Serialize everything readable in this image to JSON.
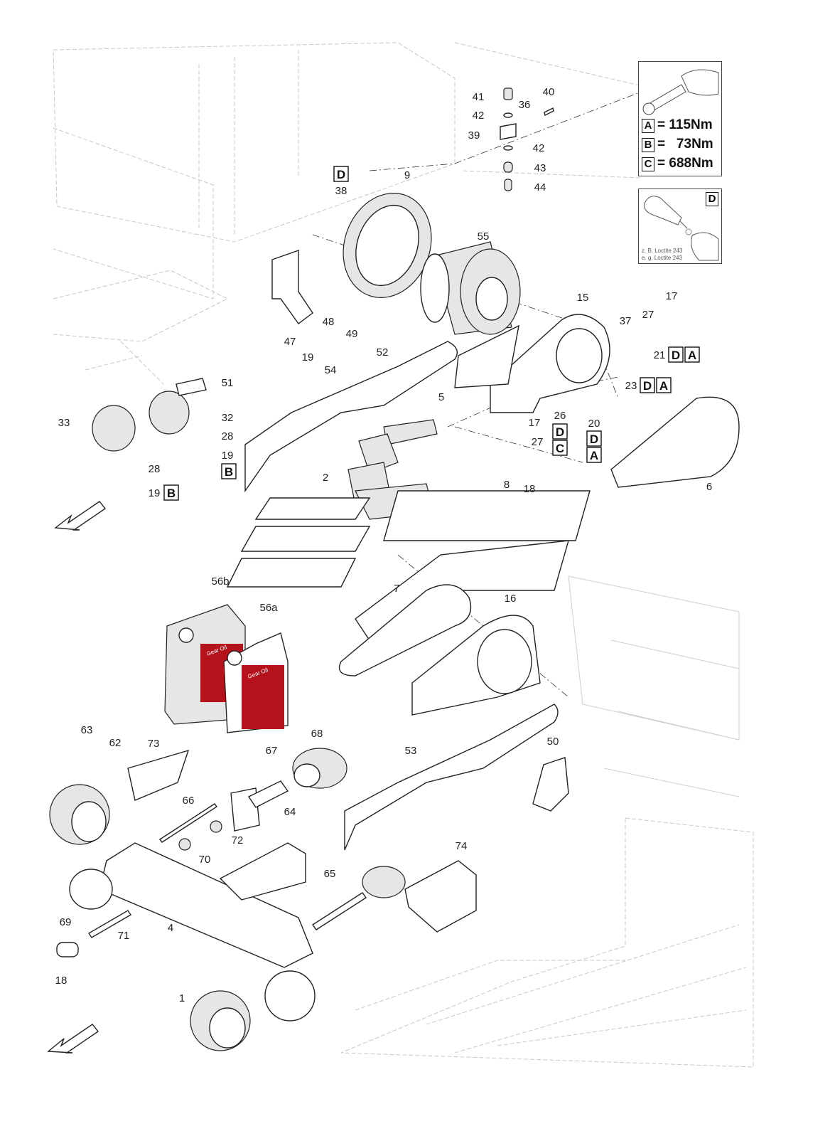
{
  "torque_panel": {
    "rows": [
      {
        "key": "A",
        "value": "= 115Nm"
      },
      {
        "key": "B",
        "value": "=   73Nm"
      },
      {
        "key": "C",
        "value": "= 688Nm"
      }
    ]
  },
  "loctite_panel": {
    "key": "D",
    "line1": "z. B. Loctite 243",
    "line2": "e. g. Loctite 243"
  },
  "oil_label": "Gear Oil",
  "colors": {
    "oil_red": "#b5121b",
    "line": "#222222",
    "background_lines": "#c8c8c8"
  },
  "callouts": [
    "41",
    "42",
    "36",
    "40",
    "39",
    "42",
    "43",
    "44",
    "38",
    "9",
    "55",
    "15",
    "17",
    "37",
    "27",
    "21",
    "23",
    "47",
    "48",
    "49",
    "19",
    "54",
    "52",
    "5",
    "51",
    "32",
    "28",
    "19",
    "33",
    "28",
    "19",
    "17",
    "27",
    "26",
    "20",
    "8",
    "18",
    "2",
    "6",
    "56b",
    "56a",
    "7",
    "16",
    "63",
    "62",
    "73",
    "68",
    "67",
    "53",
    "50",
    "66",
    "64",
    "72",
    "70",
    "74",
    "65",
    "4",
    "69",
    "71",
    "18",
    "1"
  ],
  "spec_boxes": [
    "D",
    "D",
    "A",
    "D",
    "A",
    "B",
    "B",
    "D",
    "C",
    "D",
    "A"
  ]
}
